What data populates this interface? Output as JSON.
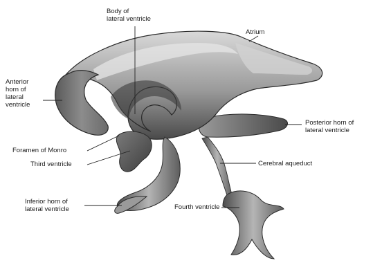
{
  "labels": {
    "body": [
      "Body of",
      "lateral ventricle"
    ],
    "atrium": [
      "Atrium"
    ],
    "anterior": [
      "Anterior",
      "horn of",
      "lateral",
      "ventricle"
    ],
    "posterior": [
      "Posterior horn of",
      "lateral ventricle"
    ],
    "foramen": [
      "Foramen of Monro"
    ],
    "third": [
      "Third ventricle"
    ],
    "aqueduct": [
      "Cerebral aqueduct"
    ],
    "inferior": [
      "Inferior horn of",
      "lateral ventricle"
    ],
    "fourth": [
      "Fourth ventricle"
    ]
  }
}
